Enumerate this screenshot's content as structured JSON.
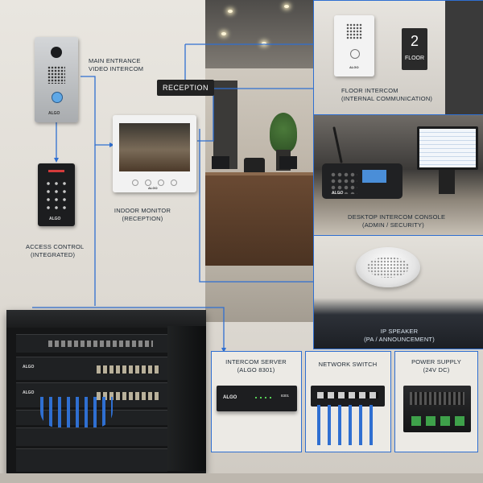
{
  "labels": {
    "main_entrance": [
      "MAIN ENTRANCE",
      "VIDEO INTERCOM"
    ],
    "reception_sign": "RECEPTION",
    "indoor_monitor": [
      "INDOOR MONITOR",
      "(RECEPTION)"
    ],
    "access_control": [
      "ACCESS CONTROL",
      "(INTEGRATED)"
    ],
    "floor_intercom": [
      "FLOOR INTERCOM",
      "(INTERNAL COMMUNICATION)"
    ],
    "floor_sign_number": "2",
    "floor_sign_word": "FLOOR",
    "desktop_console": [
      "DESKTOP INTERCOM CONSOLE",
      "(ADMIN / SECURITY)"
    ],
    "ip_speaker": [
      "IP SPEAKER",
      "(PA / ANNOUNCEMENT)"
    ],
    "intercom_server": [
      "INTERCOM SERVER",
      "(ALGO 8301)"
    ],
    "network_switch": "NETWORK SWITCH",
    "power_supply": [
      "POWER SUPPLY",
      "(24V DC)"
    ]
  },
  "brand": {
    "name": "ALGO",
    "server_model": "8301"
  },
  "colors": {
    "connector": "#2f6fd1",
    "label_text": "#1f2a35",
    "background": "#e6e3dd"
  },
  "icons": [
    "video-intercom-icon",
    "keypad-icon",
    "monitor-icon",
    "intercom-panel-icon",
    "console-icon",
    "speaker-icon",
    "server-icon",
    "switch-icon",
    "power-supply-icon",
    "rack-icon"
  ]
}
